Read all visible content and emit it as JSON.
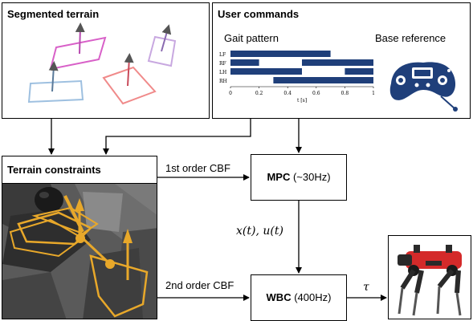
{
  "panels": {
    "segmented_terrain": {
      "title": "Segmented terrain"
    },
    "user_commands": {
      "title": "User commands",
      "gait_label": "Gait pattern",
      "base_label": "Base reference",
      "gait_chart": {
        "legs": [
          "LF",
          "RF",
          "LH",
          "RH"
        ],
        "x_ticks": [
          "0",
          "0.2",
          "0.4",
          "0.6",
          "0.8",
          "1"
        ],
        "x_label": "t [s]",
        "bar_color": "#1f3f7a",
        "stance": {
          "LF": [
            [
              0,
              0.7
            ]
          ],
          "RF": [
            [
              0,
              0.2
            ],
            [
              0.5,
              1.0
            ]
          ],
          "LH": [
            [
              0,
              0.5
            ],
            [
              0.8,
              1.0
            ]
          ],
          "RH": [
            [
              0.3,
              1.0
            ]
          ]
        }
      }
    },
    "terrain_constraints": {
      "title": "Terrain constraints"
    }
  },
  "blocks": {
    "mpc": {
      "name": "MPC",
      "rate": "(~30Hz)"
    },
    "wbc": {
      "name": "WBC",
      "rate": "(400Hz)"
    }
  },
  "edges": {
    "cbf1": "1st order CBF",
    "cbf2": "2nd order CBF",
    "state_input": "x(t), u(t)",
    "torque": "τ"
  },
  "colors": {
    "terrain_orange": "#e8a82a",
    "robot_red": "#d42a2a",
    "plane_magenta": "#d860c8",
    "plane_blue": "#9ec0e0",
    "plane_red": "#f08a8a",
    "plane_purple": "#c8a8e0"
  }
}
